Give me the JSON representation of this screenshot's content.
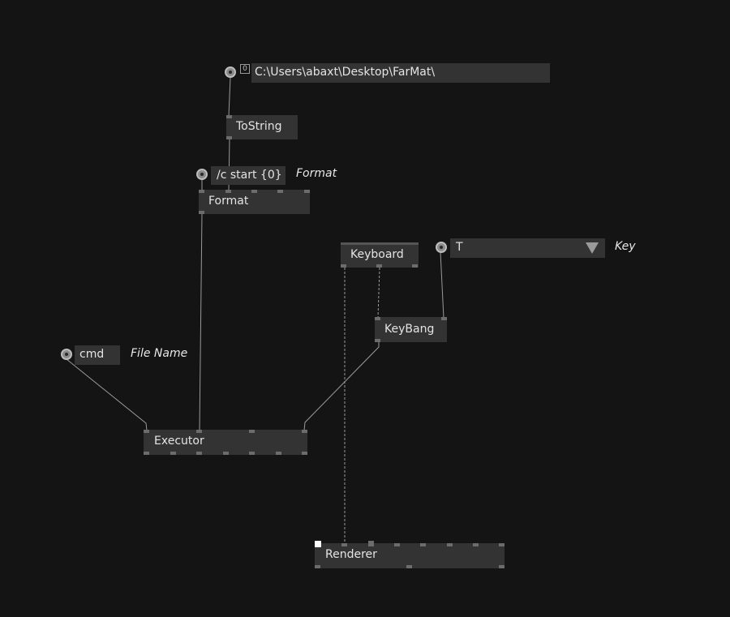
{
  "nodes": {
    "tostring": {
      "label": "ToString"
    },
    "format": {
      "label": "Format"
    },
    "keyboard": {
      "label": "Keyboard"
    },
    "keybang": {
      "label": "KeyBang"
    },
    "executor": {
      "label": "Executor"
    },
    "renderer": {
      "label": "Renderer"
    }
  },
  "iobox": {
    "path": {
      "value": "C:\\Users\\abaxt\\Desktop\\FarMat\\",
      "index_marker": "0"
    },
    "format_string": {
      "value": "/c start {0}",
      "comment": "Format"
    },
    "key": {
      "value": "T",
      "comment": "Key"
    },
    "filename": {
      "value": "cmd",
      "comment": "File Name"
    }
  },
  "colors": {
    "background": "#141414",
    "node": "#333333",
    "pin": "#6c6c6c",
    "link": "#9a9a9a"
  }
}
